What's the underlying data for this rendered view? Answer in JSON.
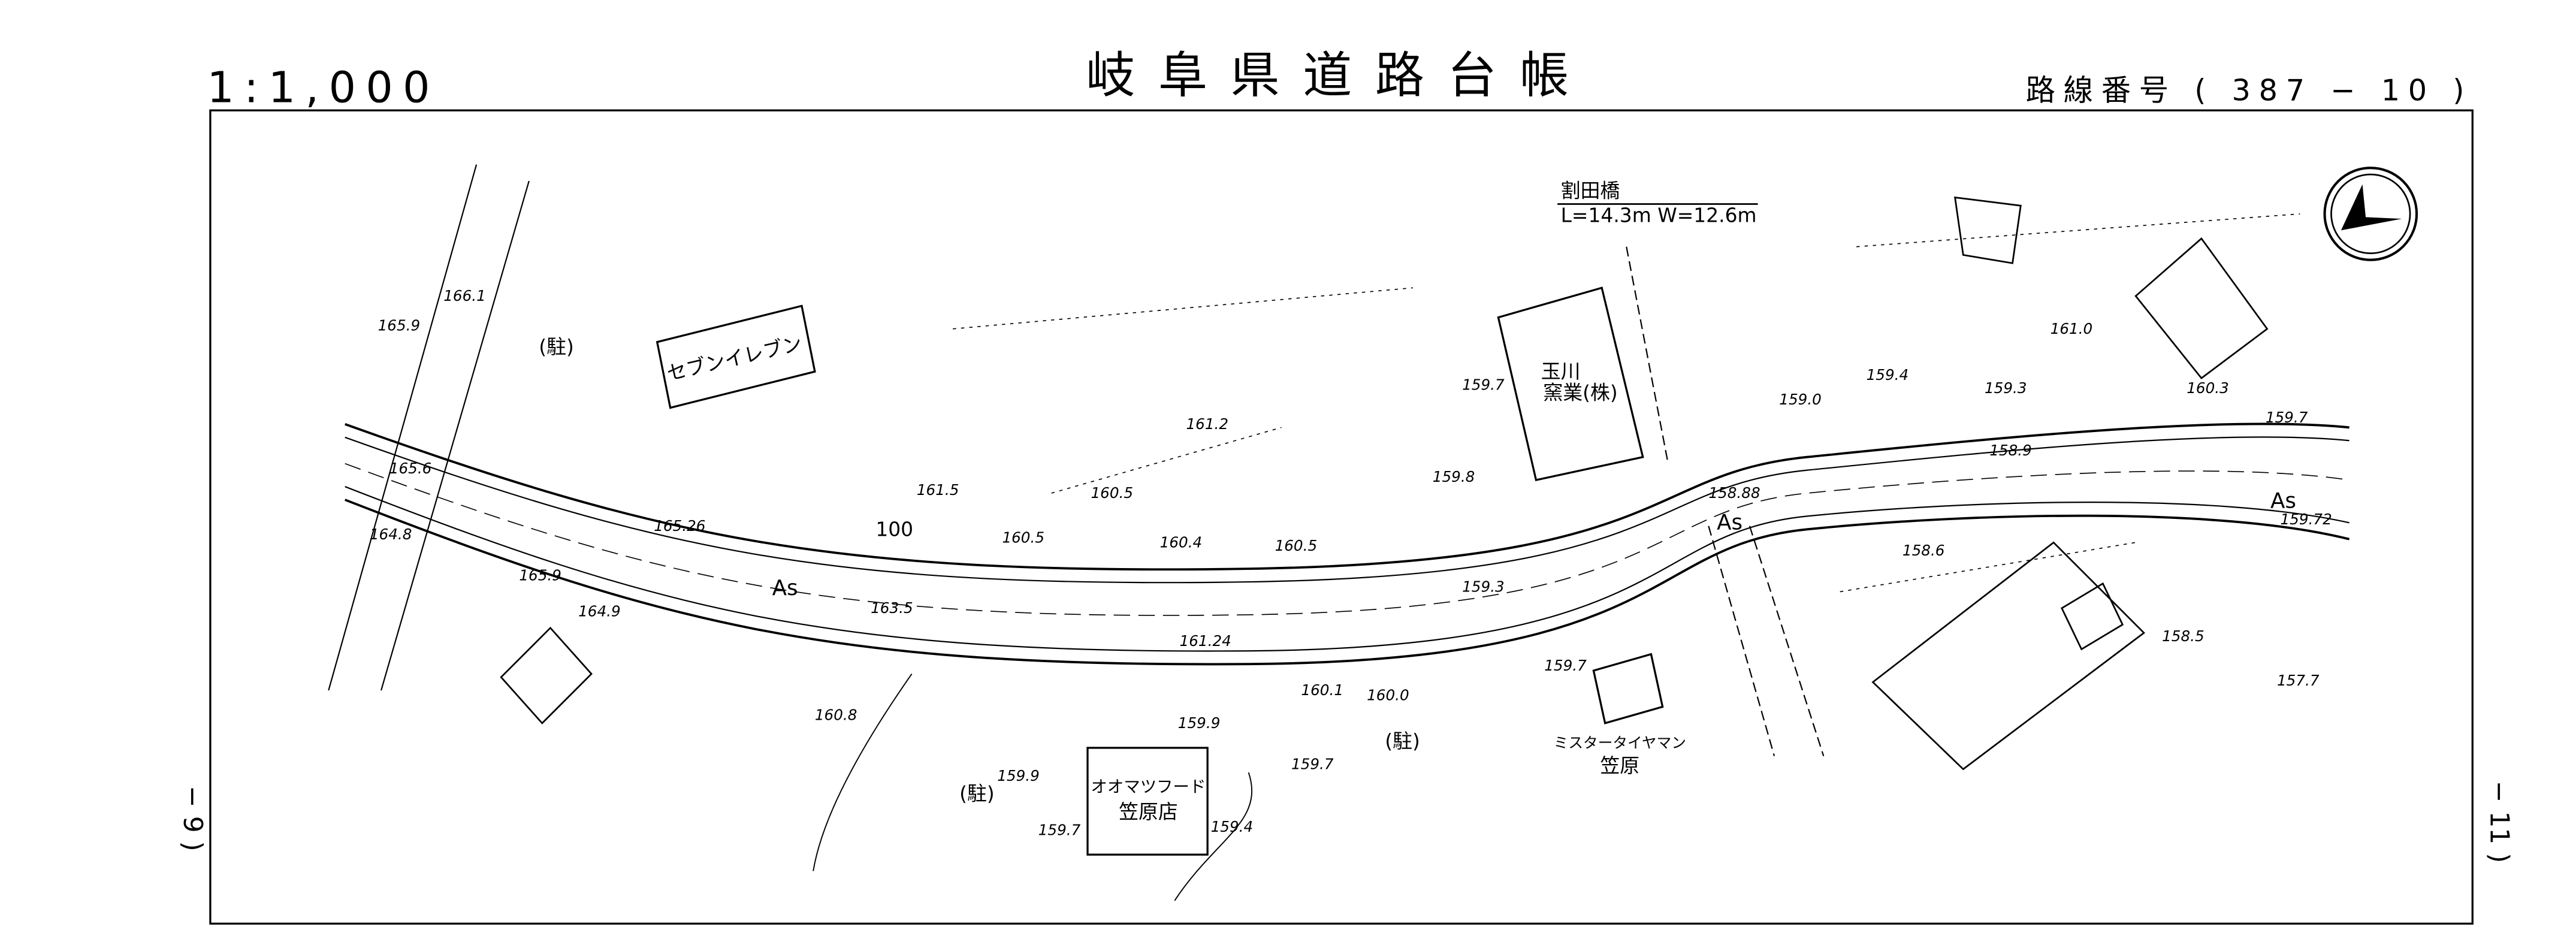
{
  "header": {
    "scale": "1:1,000",
    "title": "岐阜県道路台帳",
    "route_number_label": "路線番号 ( 387 − 10 )"
  },
  "sheet_refs": {
    "left": "− 9 )",
    "right": "− 11 )"
  },
  "bridge": {
    "name": "割田橋",
    "dims": "L=14.3m  W=12.6m"
  },
  "buildings": {
    "seven_eleven": "セブンイレブン",
    "tamagawa_line1": "玉川",
    "tamagawa_line2": "窯業(株)",
    "omatsu_line1": "オオマツフード",
    "omatsu_line2": "笠原店",
    "mister_line1": "ミスタータイヤマン",
    "mister_line2": "笠原"
  },
  "parking": [
    "(駐)",
    "(駐)",
    "(駐)"
  ],
  "surface": [
    "As",
    "As",
    "As"
  ],
  "station": "100",
  "elevations": [
    "165.9",
    "166.1",
    "165.6",
    "164.8",
    "165.26",
    "165.9",
    "164.9",
    "163.5",
    "161.5",
    "161.2",
    "160.5",
    "160.5",
    "160.4",
    "160.5",
    "159.7",
    "159.8",
    "159.3",
    "161.24",
    "160.1",
    "160.0",
    "159.9",
    "159.7",
    "159.4",
    "159.9",
    "159.7",
    "160.8",
    "159.7",
    "159.0",
    "159.4",
    "161.0",
    "159.3",
    "160.3",
    "159.7",
    "158.9",
    "158.88",
    "159.72",
    "158.6",
    "158.5",
    "157.7"
  ]
}
